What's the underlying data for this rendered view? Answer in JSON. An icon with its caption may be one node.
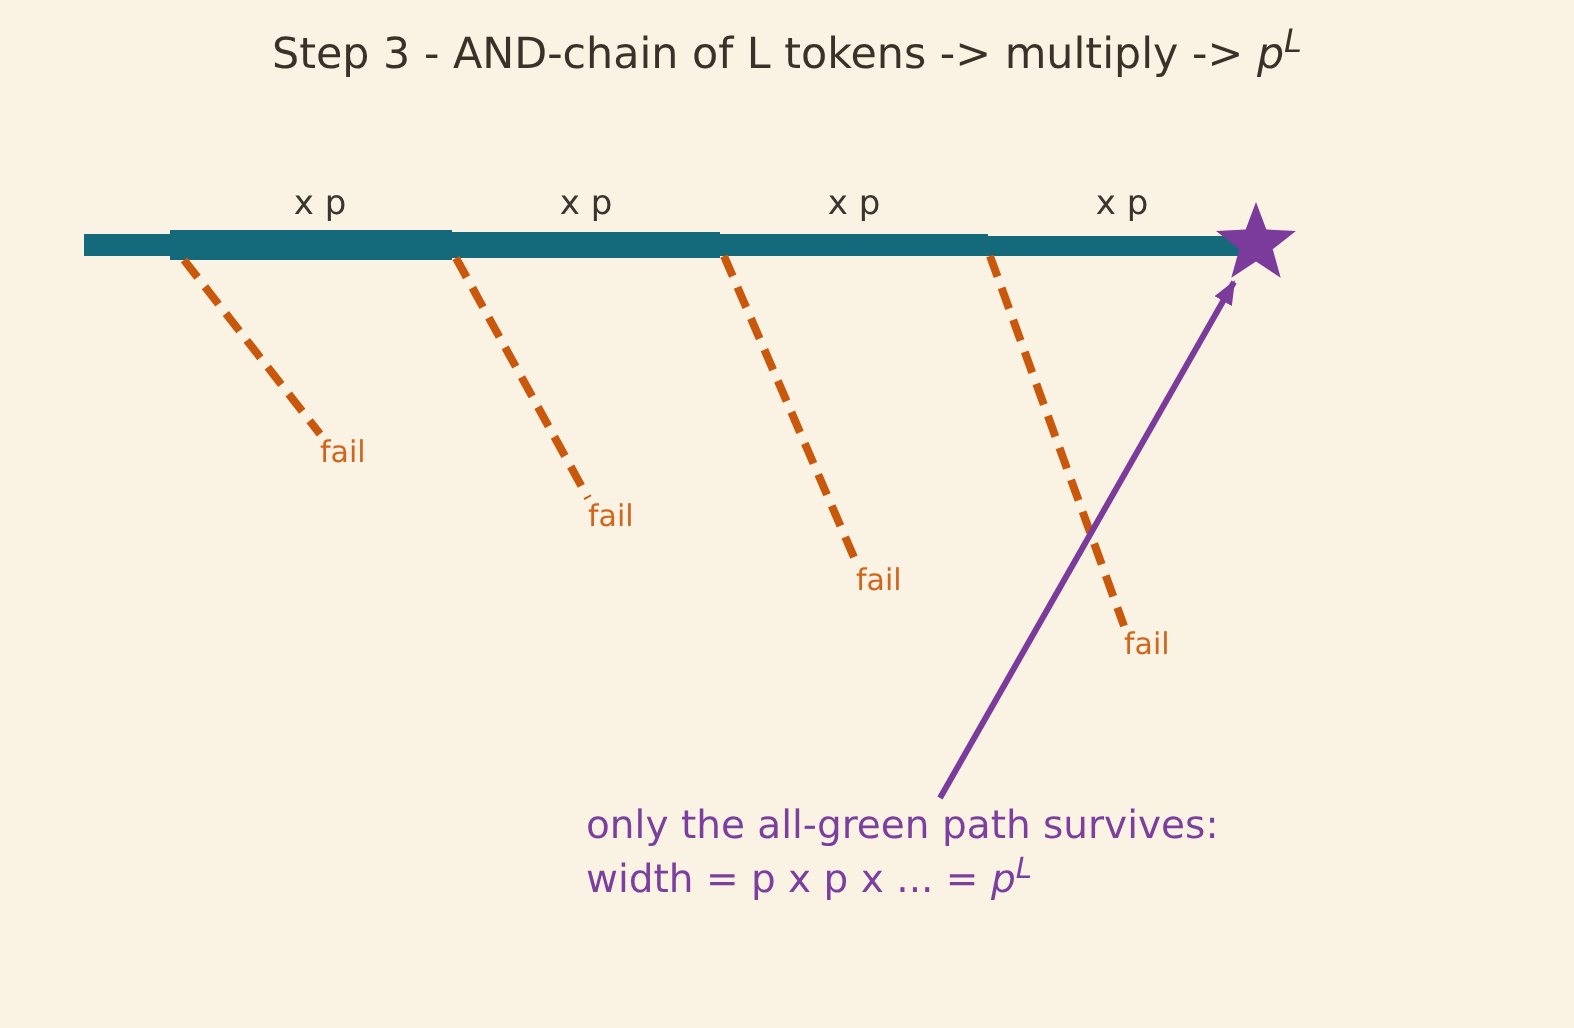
{
  "diagram": {
    "title": "Step 3 - AND-chain of L tokens -> multiply -> *p*$^{L}$",
    "nodes": [
      {
        "text": [],
        "shape": "bar"
      },
      {
        "text": [],
        "shape": "bar",
        "beside": [
          "x p"
        ]
      },
      {
        "text": [],
        "shape": "bar",
        "beside": [
          "x p"
        ]
      },
      {
        "text": [],
        "shape": "bar",
        "beside": [
          "x p"
        ]
      },
      {
        "text": [],
        "shape": "bar",
        "beside": [
          "x p"
        ]
      },
      {
        "text": [],
        "shape": "star"
      },
      {
        "text": [
          "fail"
        ]
      },
      {
        "text": [
          "fail"
        ]
      },
      {
        "text": [
          "fail"
        ]
      },
      {
        "text": [
          "fail"
        ]
      },
      {
        "text": [
          "only the all-green path survives:",
          "width = p x p x ... = *p*$^{L}$"
        ]
      }
    ],
    "edges": [
      {
        "from": 1,
        "to": 6,
        "arrow": "none",
        "style": "dashed"
      },
      {
        "from": 2,
        "to": 7,
        "arrow": "none",
        "style": "dashed"
      },
      {
        "from": 3,
        "to": 8,
        "arrow": "none",
        "style": "dashed"
      },
      {
        "from": 4,
        "to": 9,
        "arrow": "none",
        "style": "dashed"
      },
      {
        "from": 10,
        "to": 5,
        "arrow": "to",
        "color": "#7b3b9b"
      }
    ]
  }
}
